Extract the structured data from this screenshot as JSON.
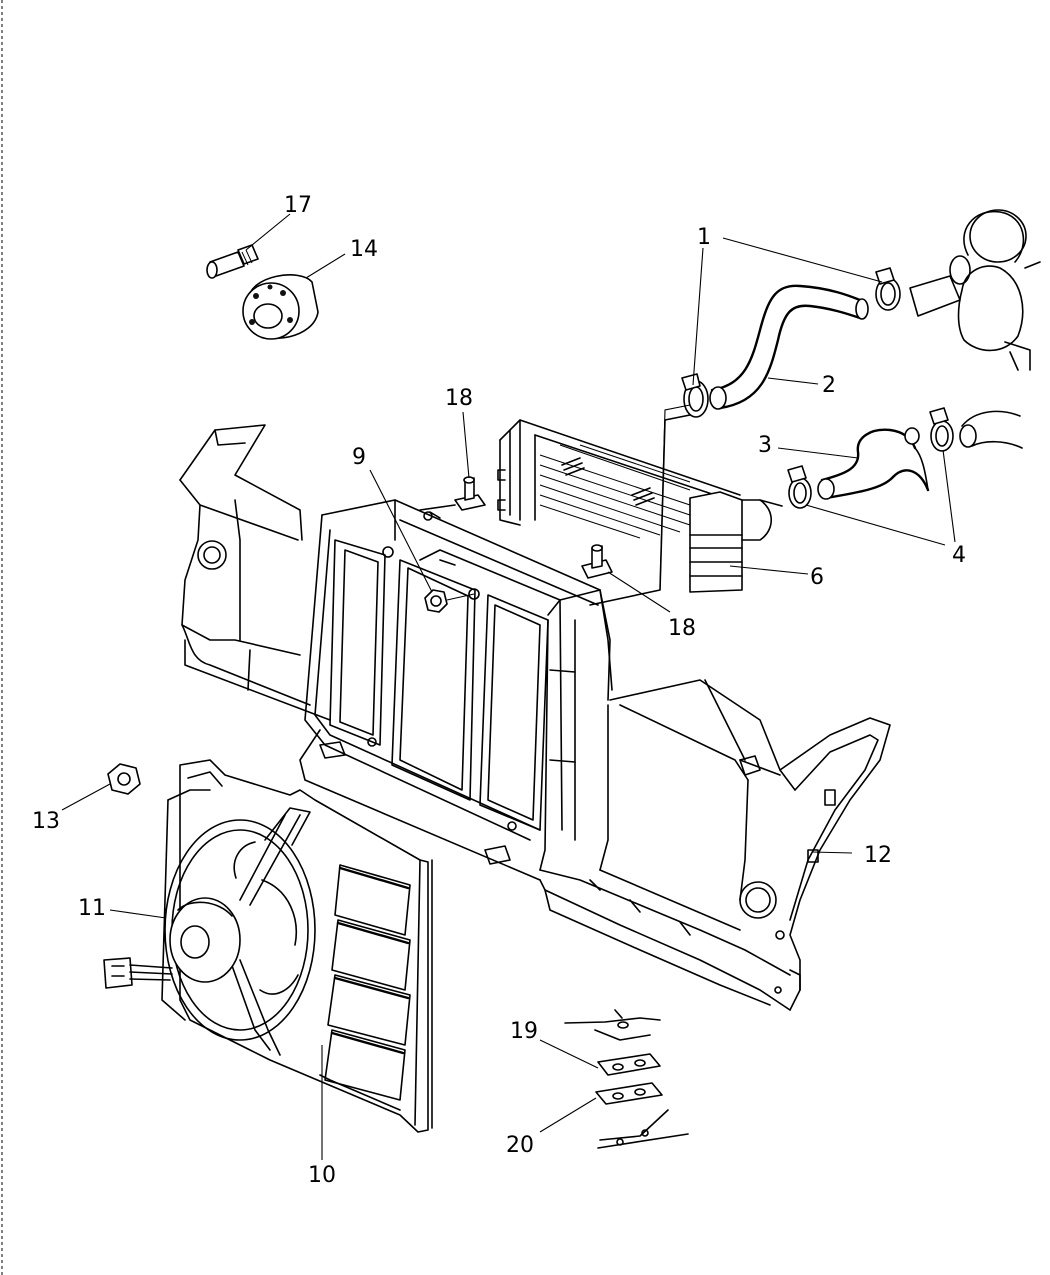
{
  "diagram": {
    "callouts": [
      {
        "id": "c1",
        "text": "1"
      },
      {
        "id": "c2",
        "text": "2"
      },
      {
        "id": "c3",
        "text": "3"
      },
      {
        "id": "c4",
        "text": "4"
      },
      {
        "id": "c6",
        "text": "6"
      },
      {
        "id": "c9",
        "text": "9"
      },
      {
        "id": "c10",
        "text": "10"
      },
      {
        "id": "c11",
        "text": "11"
      },
      {
        "id": "c12",
        "text": "12"
      },
      {
        "id": "c13",
        "text": "13"
      },
      {
        "id": "c14",
        "text": "14"
      },
      {
        "id": "c17",
        "text": "17"
      },
      {
        "id": "c18a",
        "text": "18"
      },
      {
        "id": "c18b",
        "text": "18"
      },
      {
        "id": "c19",
        "text": "19"
      },
      {
        "id": "c20",
        "text": "20"
      }
    ]
  }
}
